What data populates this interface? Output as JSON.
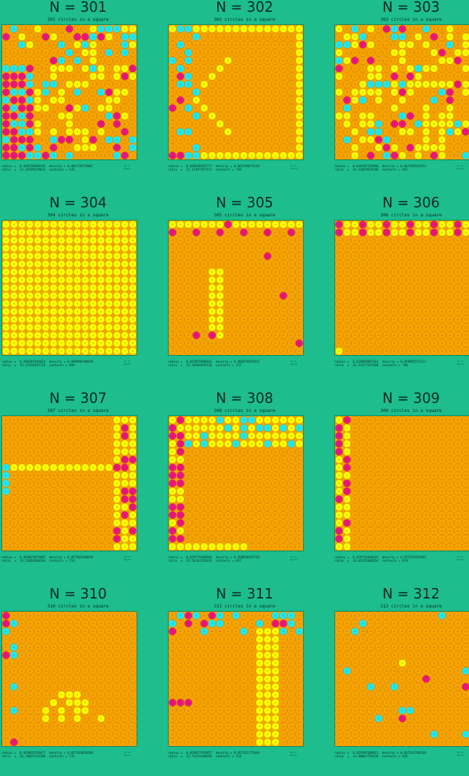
{
  "colors": {
    "background": "#1dbd8d",
    "orange": "#f7a300",
    "yellow": "#fafb00",
    "cyan": "#1fe9ef",
    "magenta": "#ec157a"
  },
  "footer": {
    "logo": "(E) E. Specht"
  },
  "panels": [
    {
      "title": "N = 301",
      "subtitle": "301 circles in a square",
      "radius_line": "radius =  0.030258993595  density = 0.862728759887",
      "ratio_line": "ratio  =  33.10785679623  contacts = 541",
      "layout": "mix",
      "seed": 1
    },
    {
      "title": "N = 302",
      "subtitle": "302 circles in a square",
      "radius_line": "radius =  0.030199392777  density = 0.865199675143",
      "ratio_line": "ratio  =  33.11497457571  contacts = 720",
      "layout": "vee",
      "seed": 2
    },
    {
      "title": "N = 303",
      "subtitle": "303 circles in a square",
      "radius_line": "radius =  0.030187228986  density = 0.867459163552",
      "ratio_line": "ratio  =  33.12659535186  contacts = 665",
      "layout": "mix",
      "seed": 3
    },
    {
      "title": "N = 304",
      "subtitle": "304 circles in a square",
      "radius_line": "radius =  0.030181936823  density = 0.869998709050",
      "ratio_line": "ratio  =  33.13248207733  contacts = 889",
      "layout": "allyellow",
      "seed": 4
    },
    {
      "title": "N = 305",
      "subtitle": "305 circles in a square",
      "radius_line": "radius =  0.029975990442  density = 0.860979597817",
      "ratio_line": "ratio  =  33.36584695318  contacts = 737",
      "layout": "column",
      "seed": 5
    },
    {
      "title": "N = 306",
      "subtitle": "306 circles in a square",
      "radius_line": "radius =  0.029899997161  density = 0.859992575111",
      "ratio_line": "ratio  =  33.43377537560  contacts = 788",
      "layout": "toprow",
      "seed": 6
    },
    {
      "title": "N = 307",
      "subtitle": "307 circles in a square",
      "radius_line": "radius =  0.029825874007  density = 0.857962450070",
      "ratio_line": "ratio  =  33.52818500144  contacts = 753",
      "layout": "rightband",
      "seed": 7
    },
    {
      "title": "N = 308",
      "subtitle": "308 circles in a square",
      "radius_line": "radius =  0.029779109584  density = 0.858050587763",
      "ratio_line": "ratio  =  33.58163159335  contacts = 697",
      "layout": "frame",
      "seed": 8
    },
    {
      "title": "N = 309",
      "subtitle": "309 circles in a square",
      "radius_line": "radius =  0.029714690322  density = 0.857154762941",
      "ratio_line": "ratio  =  33.65355668554  contacts = 819",
      "layout": "leftcol",
      "seed": 9
    },
    {
      "title": "N = 310",
      "subtitle": "310 circles in a square",
      "radius_line": "radius =  0.029665558077  density = 0.857163858266",
      "ratio_line": "ratio  =  33.70897474289  contacts = 735",
      "layout": "bottomvee",
      "seed": 10
    },
    {
      "title": "N = 311",
      "subtitle": "311 circles in a square",
      "radius_line": "radius =  0.029617593957  density = 0.857351775049",
      "ratio_line": "ratio  =  33.76353199358  contacts = 724",
      "layout": "rightcol",
      "seed": 11
    },
    {
      "title": "N = 312",
      "subtitle": "312 circles in a square",
      "radius_line": "radius =  0.029585389813  density = 0.857543789329",
      "ratio_line": "ratio  =  33.80047759136  contacts = 835",
      "layout": "sparse",
      "seed": 12
    }
  ]
}
